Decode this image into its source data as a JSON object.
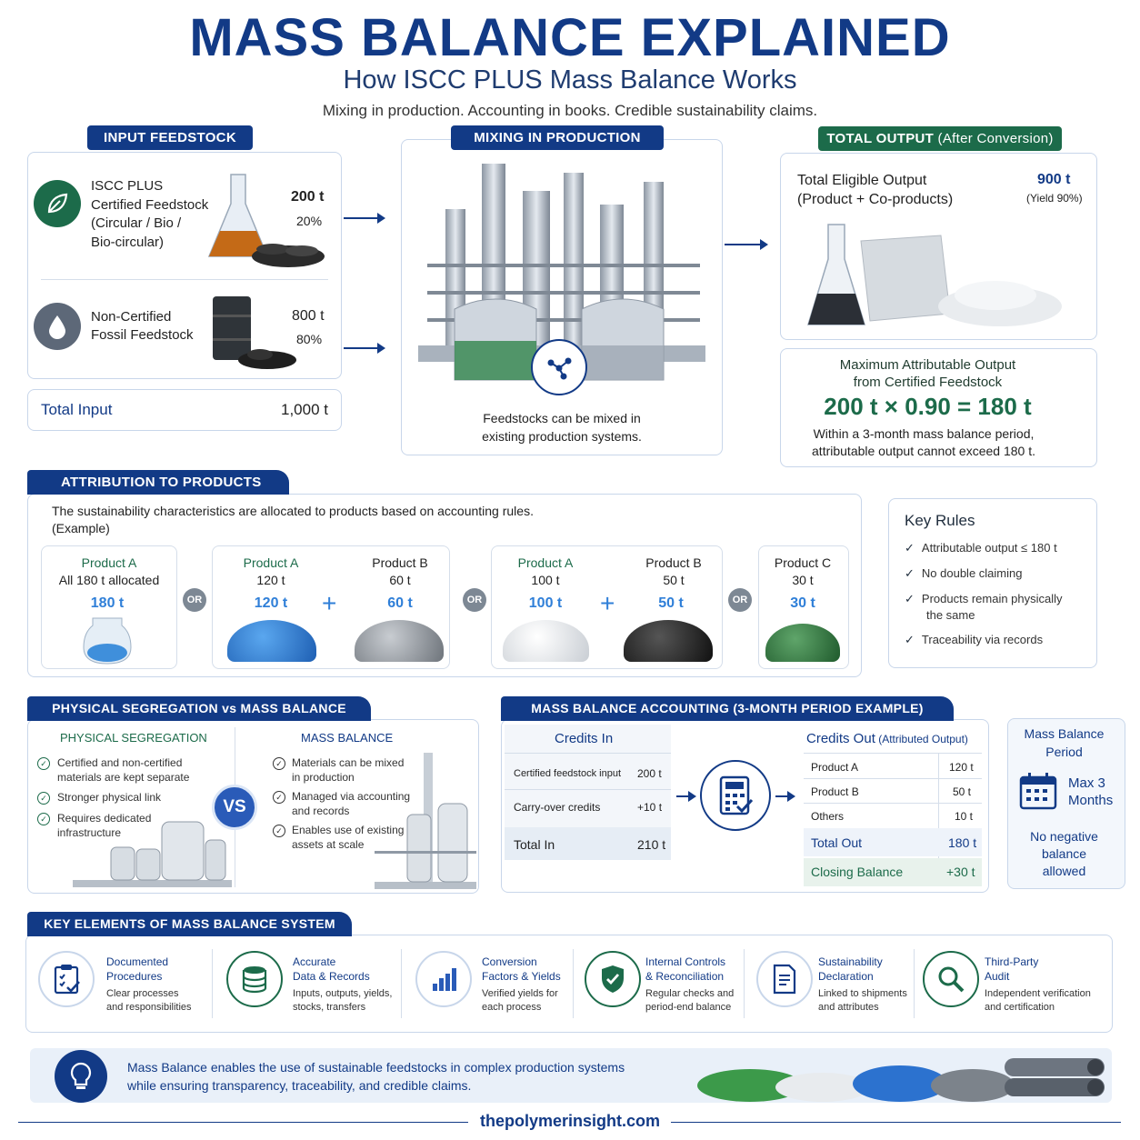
{
  "header": {
    "title": "MASS BALANCE EXPLAINED",
    "subtitle": "How ISCC PLUS Mass Balance Works",
    "tagline": "Mixing in production. Accounting in books. Credible sustainability claims."
  },
  "input": {
    "pill": "INPUT FEEDSTOCK",
    "certified": {
      "label_lines": [
        "ISCC PLUS",
        "Certified Feedstock",
        "(Circular / Bio /",
        "Bio-circular)"
      ],
      "amount": "200 t",
      "share": "20%"
    },
    "fossil": {
      "label_lines": [
        "Non-Certified",
        "Fossil Feedstock"
      ],
      "amount": "800 t",
      "share": "80%"
    },
    "total_label": "Total Input",
    "total_value": "1,000 t"
  },
  "mixing": {
    "pill": "MIXING IN PRODUCTION",
    "caption_lines": [
      "Feedstocks can be mixed in",
      "existing production systems."
    ]
  },
  "output": {
    "pill_bold": "TOTAL OUTPUT",
    "pill_rest": " (After Conversion)",
    "label_lines": [
      "Total Eligible Output",
      "(Product + Co-products)"
    ],
    "amount": "900 t",
    "yield": "(Yield 90%)",
    "max_lines": [
      "Maximum Attributable Output",
      "from Certified Feedstock"
    ],
    "formula": "200 t × 0.90 = 180 t",
    "note_lines": [
      "Within a 3-month mass balance period,",
      "attributable output cannot exceed 180 t."
    ]
  },
  "attribution": {
    "pill": "ATTRIBUTION TO PRODUCTS",
    "intro": "The sustainability characteristics are allocated to products based on accounting rules.",
    "example": "(Example)",
    "or": "OR",
    "option1": {
      "name": "Product A",
      "desc": "All 180 t allocated",
      "value": "180 t"
    },
    "option2": [
      {
        "name": "Product A",
        "desc": "120 t",
        "value": "120 t"
      },
      {
        "name": "Product B",
        "desc": "60 t",
        "value": "60 t"
      }
    ],
    "option3": [
      {
        "name": "Product A",
        "desc": "100 t",
        "value": "100 t"
      },
      {
        "name": "Product B",
        "desc": "50 t",
        "value": "50 t"
      }
    ],
    "option4": {
      "name": "Product C",
      "desc": "30 t",
      "value": "30 t"
    }
  },
  "key_rules": {
    "title": "Key Rules",
    "items": [
      [
        "Attributable output ≤ 180 t"
      ],
      [
        "No double claiming"
      ],
      [
        "Products remain physically",
        "the same"
      ],
      [
        "Traceability via records"
      ]
    ]
  },
  "segregation": {
    "pill": "PHYSICAL SEGREGATION vs MASS BALANCE",
    "left_title": "PHYSICAL SEGREGATION",
    "left_items": [
      [
        "Certified and non-certified",
        "materials are kept separate"
      ],
      [
        "Stronger physical link"
      ],
      [
        "Requires dedicated",
        "infrastructure"
      ]
    ],
    "vs": "VS",
    "right_title": "MASS BALANCE",
    "right_items": [
      [
        "Materials can be mixed",
        "in production"
      ],
      [
        "Managed via accounting",
        "and records"
      ],
      [
        "Enables use of existing",
        "assets at scale"
      ]
    ]
  },
  "accounting": {
    "pill": "MASS BALANCE ACCOUNTING (3-MONTH PERIOD EXAMPLE)",
    "credits_in_title": "Credits In",
    "credits_in": [
      {
        "label": "Certified feedstock input",
        "value": "200 t"
      },
      {
        "label": "Carry-over credits",
        "value": "+10 t"
      }
    ],
    "total_in_label": "Total In",
    "total_in_value": "210 t",
    "credits_out_title": "Credits Out",
    "credits_out_sub": " (Attributed Output)",
    "credits_out": [
      {
        "label": "Product A",
        "value": "120 t"
      },
      {
        "label": "Product B",
        "value": "50 t"
      },
      {
        "label": "Others",
        "value": "10 t"
      }
    ],
    "total_out_label": "Total Out",
    "total_out_value": "180 t",
    "closing_label": "Closing Balance",
    "closing_value": "+30 t"
  },
  "period": {
    "title_lines": [
      "Mass Balance",
      "Period"
    ],
    "max_lines": [
      "Max 3",
      "Months"
    ],
    "note_lines": [
      "No negative",
      "balance",
      "allowed"
    ]
  },
  "elements": {
    "pill": "KEY ELEMENTS OF MASS BALANCE SYSTEM",
    "items": [
      {
        "icon": "clipboard-check-icon",
        "title": [
          "Documented",
          "Procedures"
        ],
        "desc": [
          "Clear processes",
          "and responsibilities"
        ]
      },
      {
        "icon": "database-icon",
        "title": [
          "Accurate",
          "Data & Records"
        ],
        "desc": [
          "Inputs, outputs, yields,",
          "stocks, transfers"
        ]
      },
      {
        "icon": "bar-chart-icon",
        "title": [
          "Conversion",
          "Factors & Yields"
        ],
        "desc": [
          "Verified yields for",
          "each process"
        ]
      },
      {
        "icon": "shield-check-icon",
        "title": [
          "Internal Controls",
          "& Reconciliation"
        ],
        "desc": [
          "Regular checks and",
          "period-end balance"
        ]
      },
      {
        "icon": "document-icon",
        "title": [
          "Sustainability",
          "Declaration"
        ],
        "desc": [
          "Linked to shipments",
          "and attributes"
        ]
      },
      {
        "icon": "magnifier-icon",
        "title": [
          "Third-Party",
          "Audit"
        ],
        "desc": [
          "Independent verification",
          "and certification"
        ]
      }
    ]
  },
  "footer": {
    "banner_lines": [
      "Mass Balance enables the use of sustainable feedstocks in complex production systems",
      "while ensuring transparency, traceability, and credible claims."
    ],
    "site": "thepolymerinsight.com"
  },
  "colors": {
    "navy": "#123a86",
    "green": "#1c6b4a",
    "accent_blue": "#2f7fd8"
  }
}
